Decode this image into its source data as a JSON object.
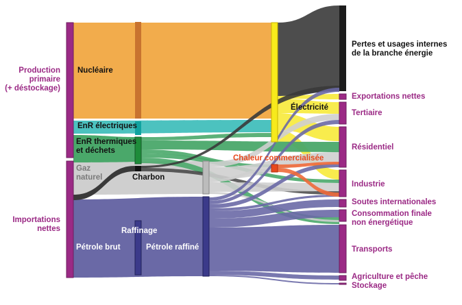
{
  "colors": {
    "nuclear": "#f2ac4c",
    "enr_elec": "#4cc2bf",
    "enr_therm": "#4aa86a",
    "gas": "#cfcfcf",
    "coal": "#3a3a3a",
    "oil": "#6a69a6",
    "electricity": "#f7ea3a",
    "losses": "#4d4d4d",
    "heat": "#f06a3a",
    "sector": "#9b2a85"
  },
  "left_groups": {
    "production": "Production\nprimaire\n(+ déstockage)",
    "imports": "Importations\nnettes"
  },
  "sources": {
    "nucleaire": "Nucléaire",
    "enr_elec": "EnR électriques",
    "enr_therm": "EnR thermiques\net déchets",
    "gaz": "Gaz\nnaturel",
    "charbon": "Charbon",
    "raffinage": "Raffinage",
    "petrole_brut": "Pétrole brut",
    "petrole_raffine": "Pétrole raffiné"
  },
  "transformations": {
    "electricite": "Électricité",
    "chaleur": "Chaleur commercialisée"
  },
  "uses": {
    "pertes": "Pertes et usages internes\nde la branche énergie",
    "exportations": "Exportations nettes",
    "tertiaire": "Tertiaire",
    "residentiel": "Résidentiel",
    "industrie": "Industrie",
    "soutes": "Soutes internationales",
    "conso_non_energetique": "Consommation finale\nnon énergétique",
    "transports": "Transports",
    "agriculture": "Agriculture et pêche",
    "stockage": "Stockage"
  }
}
